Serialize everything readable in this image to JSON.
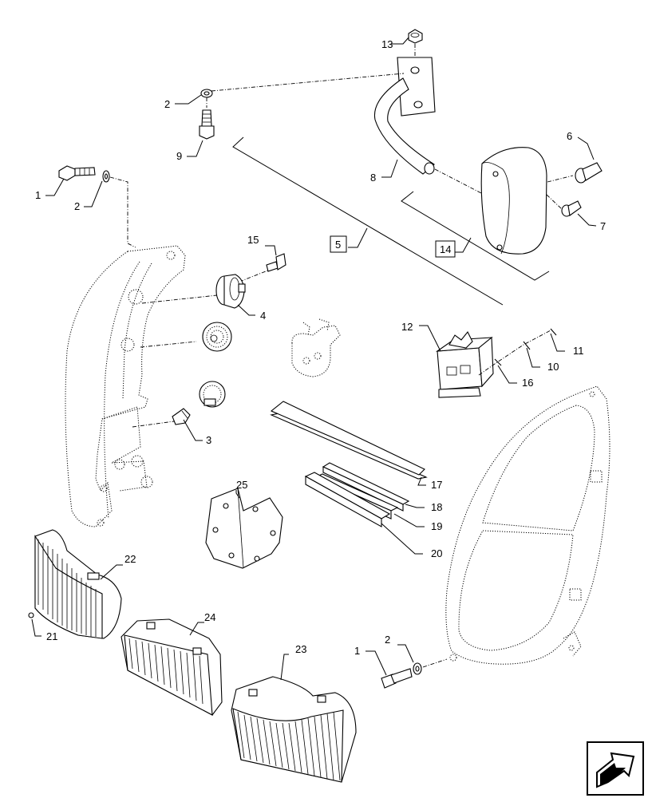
{
  "callouts": {
    "c13": "13",
    "c2a": "2",
    "c9": "9",
    "c8": "8",
    "c6": "6",
    "c7": "7",
    "c1a": "1",
    "c2b": "2",
    "c5": "5",
    "c14": "14",
    "c15": "15",
    "c4": "4",
    "c12": "12",
    "c11": "11",
    "c10": "10",
    "c16": "16",
    "c3": "3",
    "c17": "17",
    "c18": "18",
    "c19": "19",
    "c20": "20",
    "c25": "25",
    "c22": "22",
    "c21": "21",
    "c24": "24",
    "c23": "23",
    "c1b": "1",
    "c2c": "2"
  },
  "icons": {
    "nav": "next-page-arrow-icon"
  }
}
